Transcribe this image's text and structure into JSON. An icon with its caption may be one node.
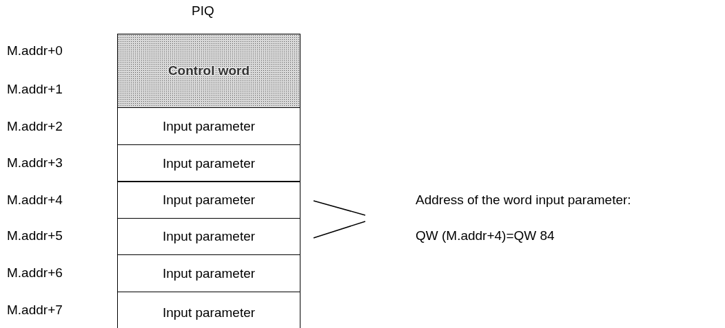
{
  "diagram": {
    "nodes": [
      {
        "text": [
          "Control word"
        ]
      },
      {
        "text": [
          "Input parameter"
        ]
      },
      {
        "text": [
          "Input parameter"
        ]
      },
      {
        "text": [
          "Input parameter"
        ]
      },
      {
        "text": [
          "Input parameter"
        ]
      },
      {
        "text": [
          "Input parameter"
        ]
      },
      {
        "text": [
          "Input parameter"
        ]
      }
    ],
    "labels": [
      "PIQ",
      "M.addr+0",
      "M.addr+1",
      "M.addr+2",
      "M.addr+3",
      "M.addr+4",
      "M.addr+5",
      "M.addr+6",
      "M.addr+7",
      "Address of the word input parameter:",
      "QW (M.addr+4)=QW 84"
    ]
  }
}
